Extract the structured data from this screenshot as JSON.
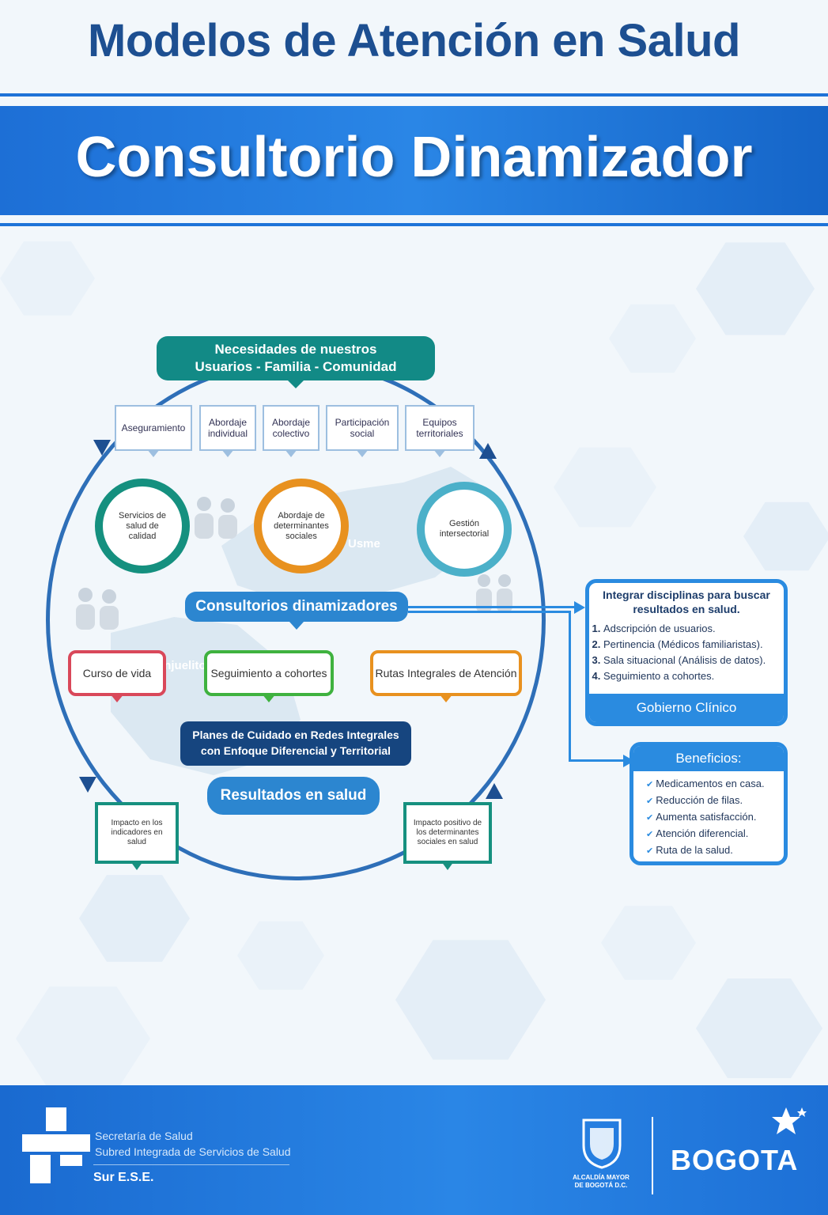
{
  "header": {
    "title": "Modelos de Atención en Salud",
    "banner": "Consultorio Dinamizador"
  },
  "diagram": {
    "needs": {
      "line1": "Necesidades de nuestros",
      "line2": "Usuarios - Familia - Comunidad"
    },
    "tabs": [
      "Aseguramiento",
      "Abordaje individual",
      "Abordaje colectivo",
      "Participación social",
      "Equipos territoriales"
    ],
    "rings": [
      "Servicios de salud de calidad",
      "Abordaje de determinantes sociales",
      "Gestión intersectorial"
    ],
    "map_labels": [
      "Usme",
      "Tunjuelito"
    ],
    "hub": "Consultorios dinamizadores",
    "options": [
      "Curso de vida",
      "Seguimiento a cohortes",
      "Rutas Integrales de Atención"
    ],
    "plans": {
      "line1": "Planes de Cuidado en Redes Integrales",
      "line2": "con Enfoque Diferencial y Territorial"
    },
    "results": "Resultados en salud",
    "impact_left": "Impacto en los indicadores en salud",
    "impact_right": "Impacto positivo de los determinantes sociales en salud"
  },
  "clinical_panel": {
    "heading": "Integrar disciplinas para buscar resultados en salud.",
    "items": [
      "Adscripción de usuarios.",
      "Pertinencia (Médicos familiaristas).",
      "Sala situacional (Análisis de datos).",
      "Seguimiento a cohortes."
    ],
    "footer": "Gobierno Clínico"
  },
  "benefits_panel": {
    "heading": "Beneficios:",
    "items": [
      "Medicamentos en casa.",
      "Reducción de filas.",
      "Aumenta satisfacción.",
      "Atención diferencial.",
      "Ruta de la salud."
    ]
  },
  "footer": {
    "line1": "Secretaría de Salud",
    "line2": "Subred Integrada de Servicios de Salud",
    "ese": "Sur E.S.E.",
    "alcaldia1": "ALCALDÍA MAYOR",
    "alcaldia2": "DE BOGOTÁ D.C.",
    "bogota": "BOGOTA"
  },
  "colors": {
    "title_blue": "#1d4f91",
    "band_blue": "#2a86e6",
    "teal": "#128a86",
    "orange": "#e8911f",
    "red": "#d9485a",
    "green": "#3fb23f",
    "navy": "#16457f"
  }
}
